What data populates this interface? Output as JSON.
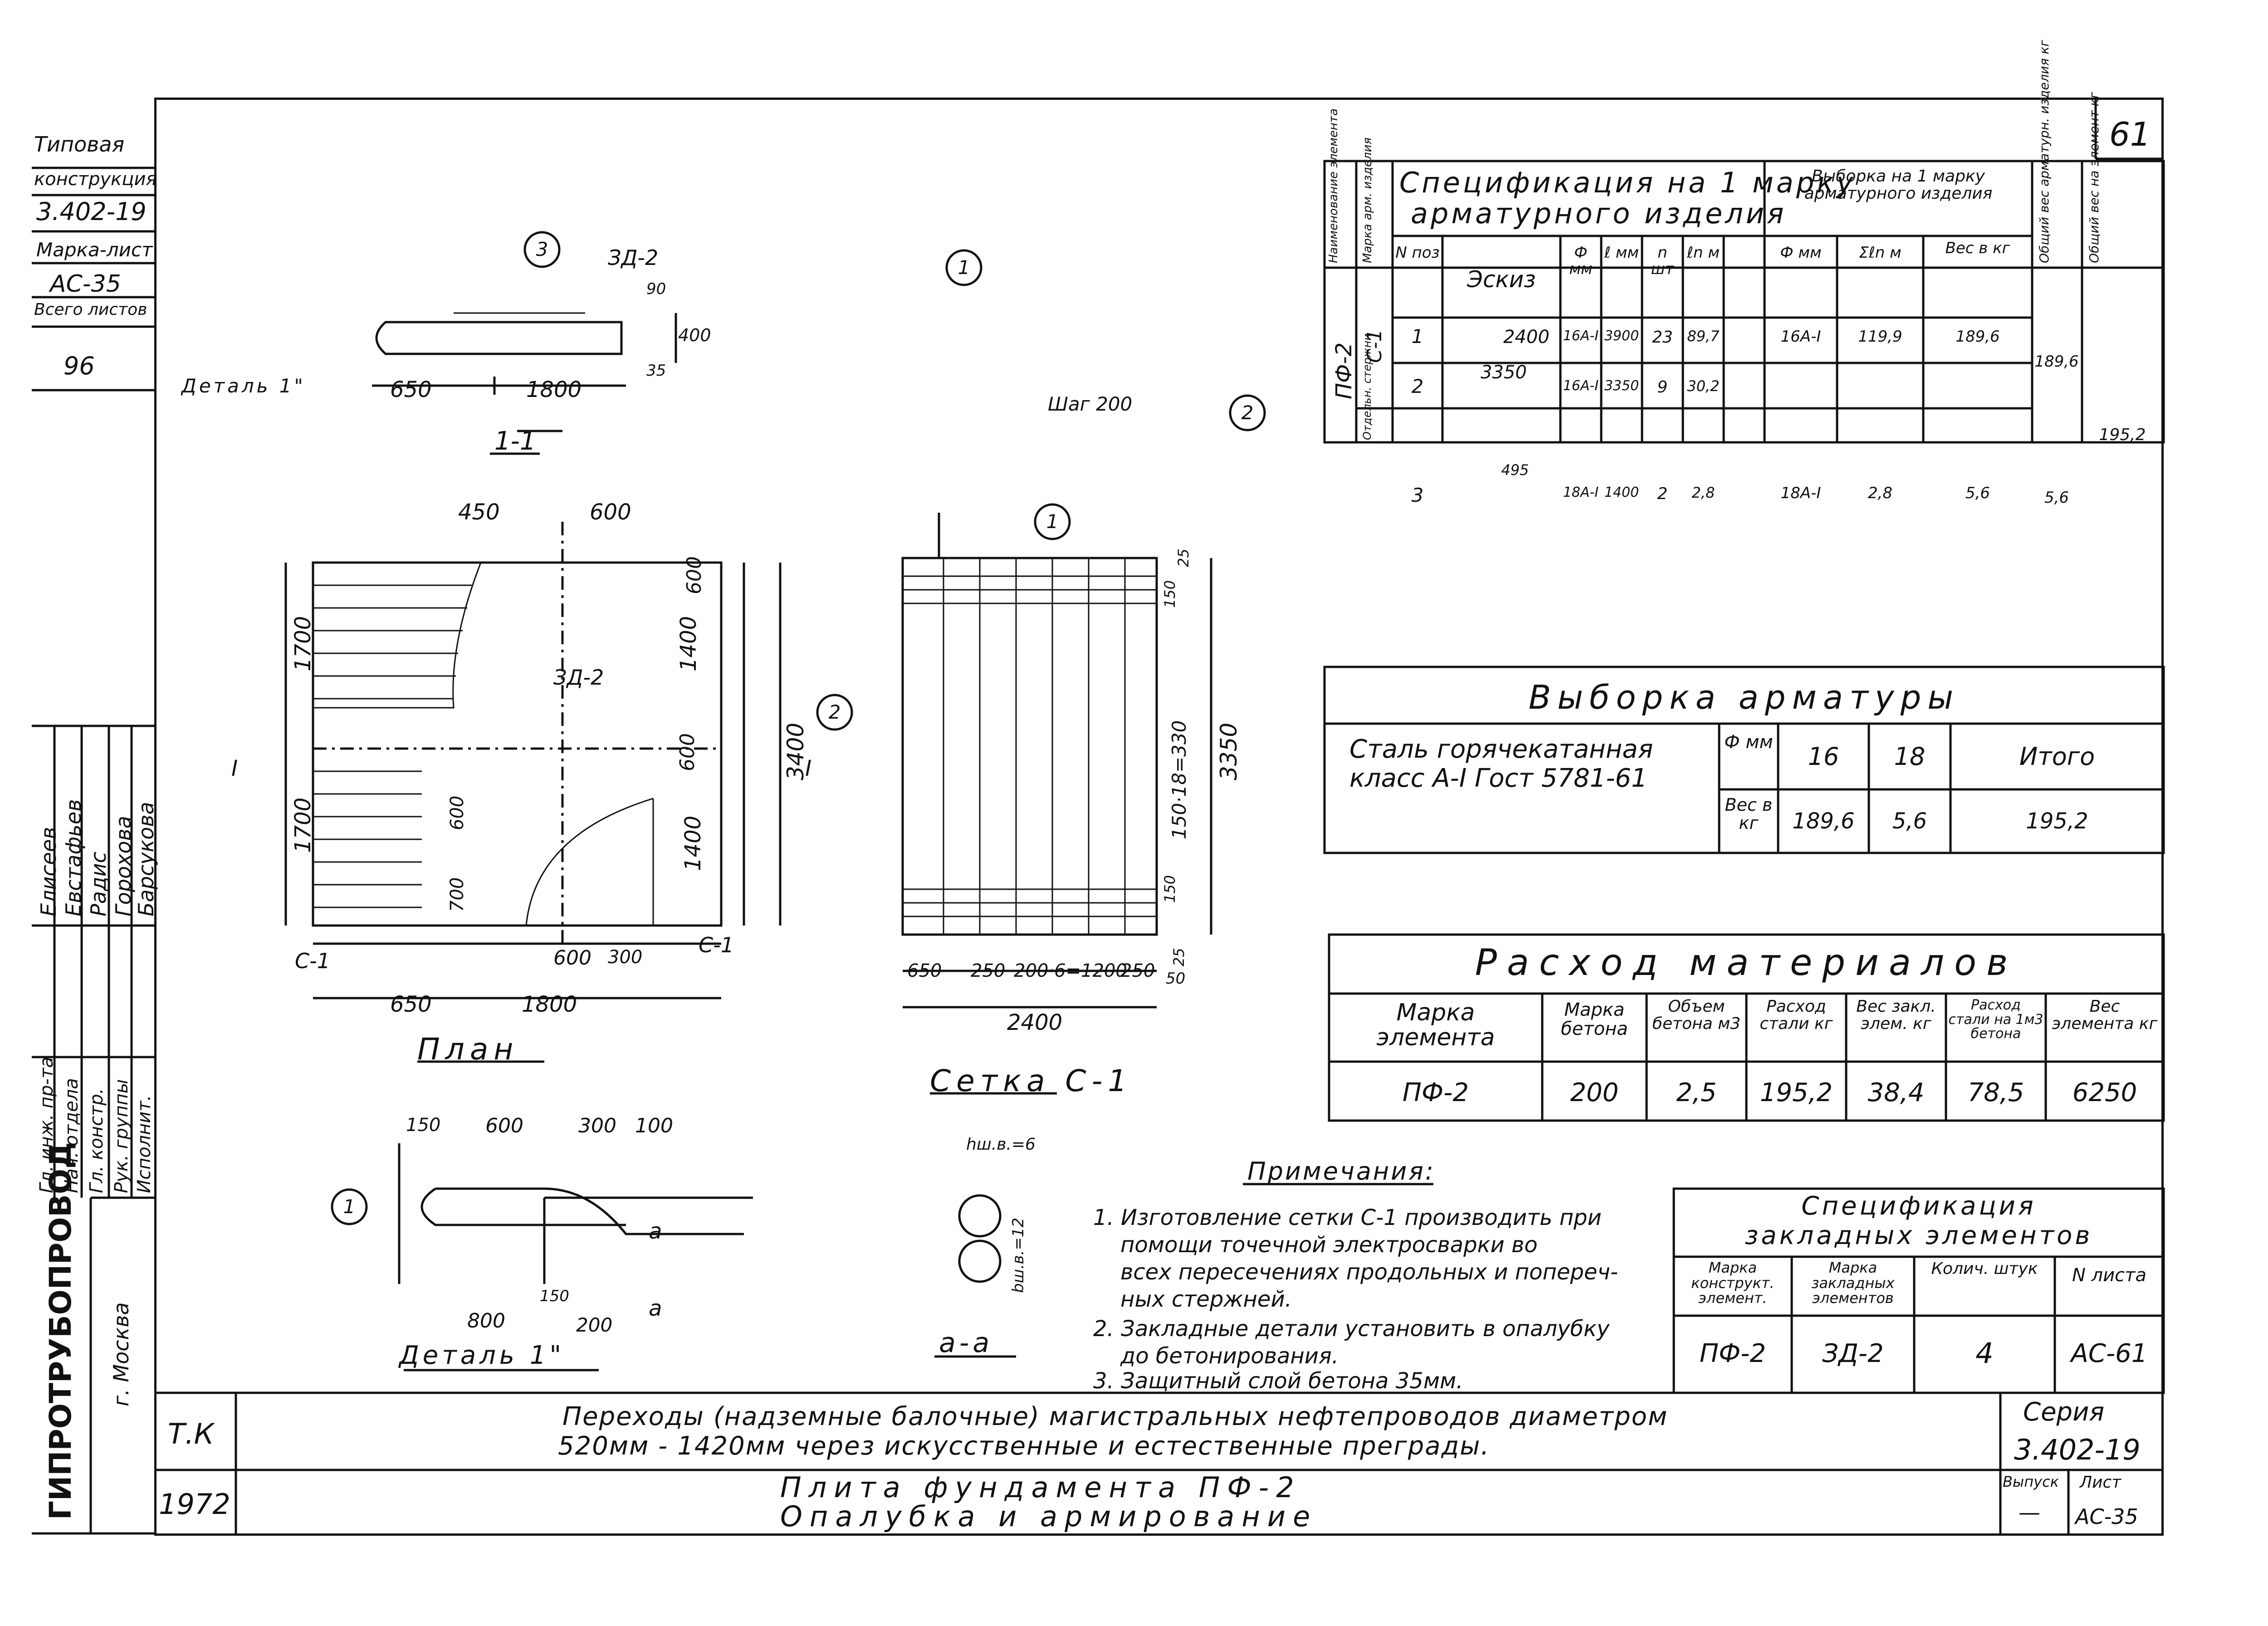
{
  "sheet": {
    "page_no": "61"
  },
  "left_stamp": {
    "line1": "Типовая",
    "line2": "конструкция",
    "series": "3.402-19",
    "mark_label": "Марка-лист",
    "mark": "АС-35",
    "total_label": "Всего листов",
    "total": "96",
    "roles": [
      "Гл. инж. пр-та",
      "Нач. отдела",
      "Гл. констр.",
      "Рук. группы",
      "Исполнит."
    ],
    "names": [
      "Елисеев",
      "Евстафьев",
      "Радис",
      "Горохова",
      "Барсукова"
    ],
    "org": "ГИПРОТРУБОПРОВОД",
    "city": "г. Москва"
  },
  "spec": {
    "title1": "Спецификация на 1 марку",
    "title2": "арматурного изделия",
    "vyborka_title": "Выборка на 1 марку арматурного изделия",
    "col_name": "Наименование элемента",
    "col_mark": "Марка арм. изделия",
    "col_pos": "N поз",
    "col_sketch": "Эскиз",
    "col_d": "Ф мм",
    "col_l": "ℓ мм",
    "col_n": "n шт",
    "col_ln": "ℓn м",
    "col_vd": "Ф мм",
    "col_vl": "Σℓn м",
    "col_vw": "Вес в кг",
    "col_total": "Общий вес арматурн. изделия кг",
    "col_elem": "Общий вес на элемент кг",
    "element": "ПФ-2",
    "mark1": "С-1",
    "mark2": "Отдельн. стержни",
    "rows": [
      {
        "pos": "1",
        "sketch": "2400",
        "d": "16А-I",
        "l": "3900",
        "n": "23",
        "ln": "89,7",
        "vd": "16А-I",
        "vl": "119,9",
        "vw": "189,6"
      },
      {
        "pos": "2",
        "sketch": "3350",
        "d": "16А-I",
        "l": "3350",
        "n": "9",
        "ln": "30,2",
        "vd": "",
        "vl": "",
        "vw": ""
      },
      {
        "pos": "3",
        "sketch": "495",
        "d": "18А-I",
        "l": "1400",
        "n": "2",
        "ln": "2,8",
        "vd": "18А-I",
        "vl": "2,8",
        "vw": "5,6"
      }
    ],
    "total_c1": "189,6",
    "total_3": "5,6",
    "total_elem": "195,2"
  },
  "vyborka": {
    "title": "Выборка арматуры",
    "steel": "Сталь горячекатанная класс А-I Гост 5781-61",
    "d_label": "Ф мм",
    "w_label": "Вес в кг",
    "d16": "16",
    "d18": "18",
    "total_label": "Итого",
    "w16": "189,6",
    "w18": "5,6",
    "wtotal": "195,2"
  },
  "rashod": {
    "title": "Расход материалов",
    "h1": "Марка элемента",
    "h2": "Марка бетона",
    "h3": "Объем бетона м3",
    "h4": "Расход стали кг",
    "h5": "Вес закл. элем. кг",
    "h6": "Расход стали на 1м3 бетона",
    "h7": "Вес элемента кг",
    "v1": "ПФ-2",
    "v2": "200",
    "v3": "2,5",
    "v4": "195,2",
    "v5": "38,4",
    "v6": "78,5",
    "v7": "6250"
  },
  "zakl": {
    "title1": "Спецификация",
    "title2": "закладных элементов",
    "h1": "Марка конструкт. элемент.",
    "h2": "Марка закладных элементов",
    "h3": "Колич. штук",
    "h4": "N листа",
    "v1": "ПФ-2",
    "v2": "ЗД-2",
    "v3": "4",
    "v4": "АС-61"
  },
  "notes": {
    "title": "Примечания:",
    "n1a": "1. Изготовление сетки С-1 производить при",
    "n1b": "помощи точечной электросварки во",
    "n1c": "всех пересечениях продольных и попереч-",
    "n1d": "ных стержней.",
    "n2a": "2. Закладные детали установить в опалубку",
    "n2b": "до бетонирования.",
    "n3": "3. Защитный слой бетона 35мм."
  },
  "titleblock": {
    "tk": "Т.К",
    "year": "1972",
    "line1": "Переходы (надземные балочные) магистральных нефтепроводов диаметром",
    "line2": "520мм - 1420мм через искусственные и естественные преграды.",
    "line3": "Плита фундамента ПФ-2",
    "line4": "Опалубка и армирование",
    "seria_label": "Серия",
    "seria": "3.402-19",
    "vyp_label": "Выпуск",
    "list_label": "Лист",
    "vyp": "—",
    "list": "АС-35"
  },
  "drawings": {
    "sec11": "1-1",
    "plan": "План",
    "setka": "Сетка С-1",
    "detal": "Деталь 1\"",
    "detal_ref": "Деталь 1\"",
    "aa": "а-а",
    "zd": "ЗД-2",
    "c1": "С-1",
    "shag": "Шаг 200",
    "d650": "650",
    "d1800": "1800",
    "d2400": "2400",
    "d450": "450",
    "d600": "600",
    "d1700": "1700",
    "d3400": "3400",
    "d1400": "1400",
    "d3350": "3350",
    "d300": "300",
    "d150x": "150·18=330",
    "d200x": "200·6=1200",
    "d250": "250",
    "d800": "800",
    "d200": "200",
    "d100": "100",
    "d150": "150",
    "d50": "50",
    "d25": "25",
    "d90": "90",
    "d400": "400",
    "d35": "35",
    "d700": "700",
    "hsh": "hш.в.=6",
    "bsh": "bш.в.=12",
    "m1": "1",
    "m2": "2",
    "m3": "3",
    "sec_a": "а",
    "sec_I": "I"
  }
}
